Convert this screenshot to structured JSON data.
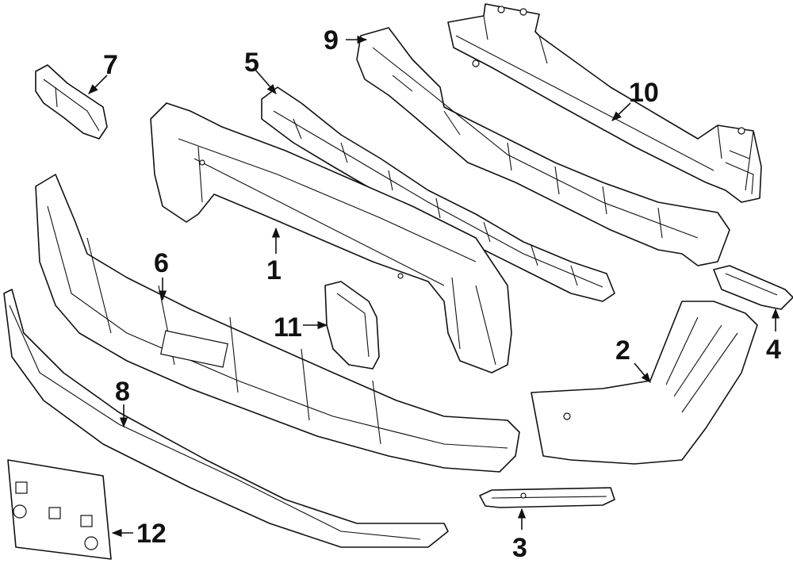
{
  "callouts": {
    "1": "1",
    "2": "2",
    "3": "3",
    "4": "4",
    "5": "5",
    "6": "6",
    "7": "7",
    "8": "8",
    "9": "9",
    "10": "10",
    "11": "11",
    "12": "12"
  },
  "colors": {
    "line": "#111111",
    "background": "#ffffff"
  }
}
